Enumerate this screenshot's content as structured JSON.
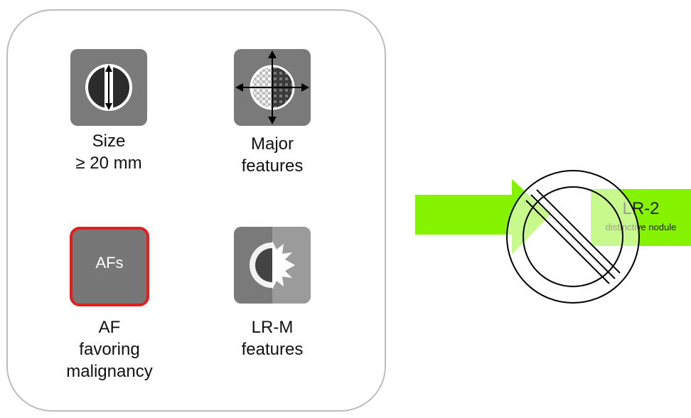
{
  "panel": {
    "size": {
      "icon": "size-measure-icon",
      "caption_lines": [
        "Size",
        "≥ 20 mm"
      ]
    },
    "major": {
      "icon": "major-features-icon",
      "caption_lines": [
        "Major",
        "features"
      ]
    },
    "af": {
      "icon_label": "AFs",
      "caption_lines": [
        "AF",
        "favoring",
        "malignancy"
      ],
      "border_color": "#e21e1e"
    },
    "lrm": {
      "icon": "lrm-features-icon",
      "caption_lines": [
        "LR-M",
        "features"
      ]
    }
  },
  "outcome": {
    "category": "LR-2",
    "description": "distinctive nodule",
    "arrow_color": "#85f200",
    "prohibition_icon": "no-sign-icon"
  }
}
